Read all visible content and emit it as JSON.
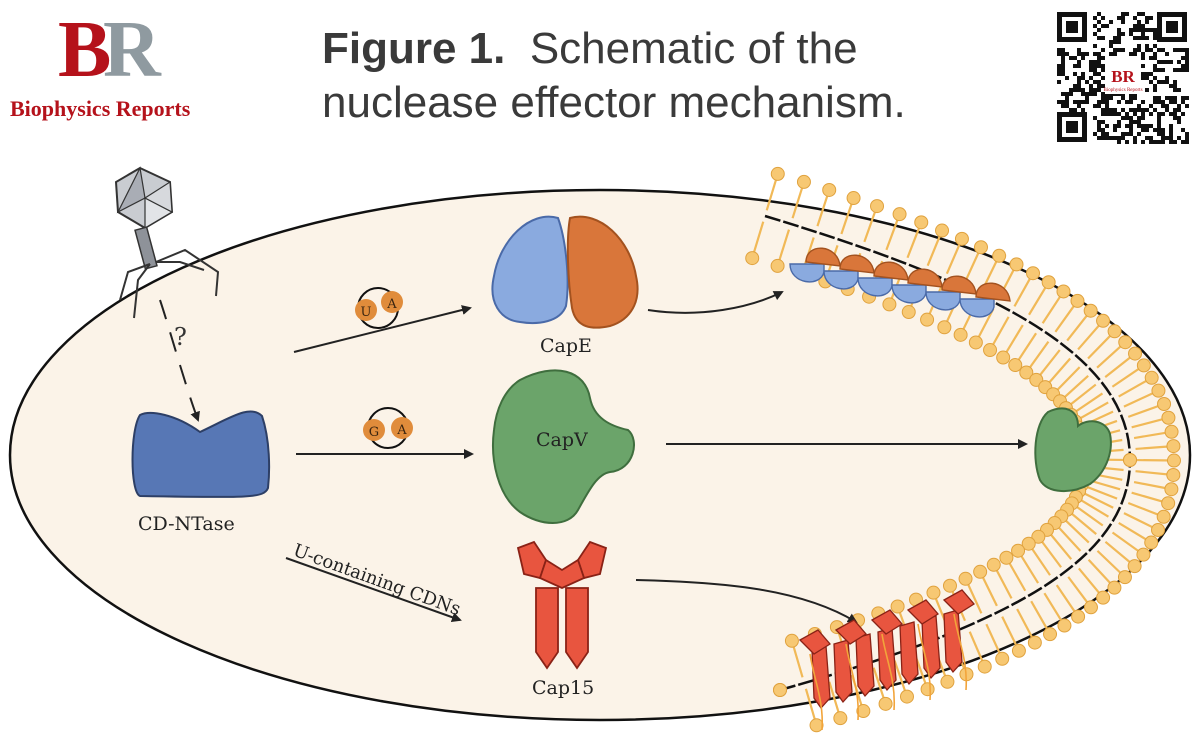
{
  "logo": {
    "initials": "BR",
    "journal": "Biophysics Reports"
  },
  "title": {
    "prefix": "Figure  1.",
    "text": "Schematic of the nuclease effector mechanism.",
    "line1": "Schematic of the",
    "line2": "nuclease effector mechanism."
  },
  "qr": {
    "caption": "Biophysics Reports"
  },
  "diagram": {
    "unknown_mark": "?",
    "enzyme": "CD-NTase",
    "capE_label": "CapE",
    "capV_label": "CapV",
    "cap15_label": "Cap15",
    "cdn_label": "U-containing CDNs",
    "nucleotides_capE": [
      "U",
      "A"
    ],
    "nucleotides_capV": [
      "G",
      "A"
    ]
  },
  "colors": {
    "brand_red": "#b5121b",
    "cell_fill": "#fbf3e8",
    "capE_blue": "#8aaadf",
    "capE_orange": "#d9763a",
    "capV_green": "#6ba46a",
    "cap15_red": "#e8553f",
    "cdntase_blue": "#5777b5",
    "lipid": "#f4c26d"
  }
}
